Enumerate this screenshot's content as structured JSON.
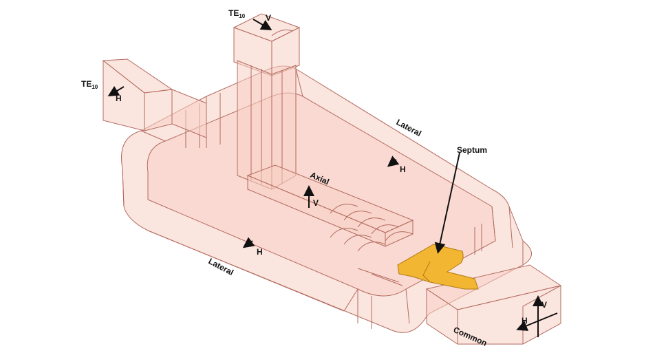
{
  "labels": {
    "te10_top": {
      "main": "TE",
      "sub": "10"
    },
    "te10_left": {
      "main": "TE",
      "sub": "10"
    },
    "v_top": "V",
    "h_left": "H",
    "lateral_top": "Lateral",
    "lateral_bottom": "Lateral",
    "axial": "Axial",
    "septum": "Septum",
    "common": "Common",
    "h_lateral_top": "H",
    "v_axial": "V",
    "h_lateral_bottom": "H",
    "common_v": "V",
    "common_h": "H"
  },
  "colors": {
    "waveguide_fill": "#f8d0c4",
    "waveguide_edge": "#b36a5e",
    "septum_fill": "#f2b632",
    "septum_edge": "#b07810",
    "text": "#111111"
  }
}
